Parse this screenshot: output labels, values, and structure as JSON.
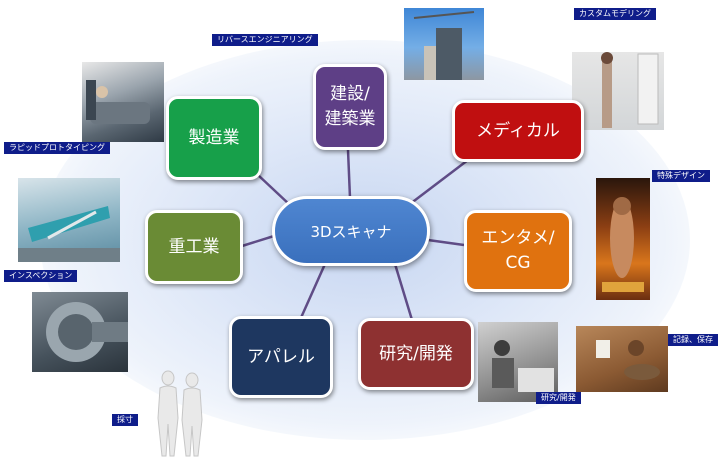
{
  "center": {
    "label": "3Dスキャナ"
  },
  "nodes": {
    "construction": {
      "label_line1": "建設/",
      "label_line2": "建築業",
      "color": "#5e3f86"
    },
    "medical": {
      "label": "メディカル",
      "color": "#c00f10"
    },
    "entertainment": {
      "label_line1": "エンタメ/",
      "label_line2": "CG",
      "color": "#e0720f"
    },
    "research": {
      "label": "研究/開発",
      "color": "#8e3131"
    },
    "apparel": {
      "label": "アパレル",
      "color": "#1e3760"
    },
    "heavy_industry": {
      "label": "重工業",
      "color": "#6a8b35"
    },
    "manufacturing": {
      "label": "製造業",
      "color": "#17a04a"
    }
  },
  "tags": {
    "reverse_engineering": "リバースエンジニアリング",
    "custom_modeling": "カスタムモデリング",
    "rapid_prototyping": "ラピッドプロトタイピング",
    "special_design": "特殊デザイン",
    "inspection": "インスペクション",
    "record_preservation": "記録、保存",
    "research_development": "研究/開発",
    "measurement": "採寸"
  },
  "colors": {
    "connector": "#5f4c86",
    "tag_background": "#0f1d8a",
    "center": "#4a7fcb"
  }
}
